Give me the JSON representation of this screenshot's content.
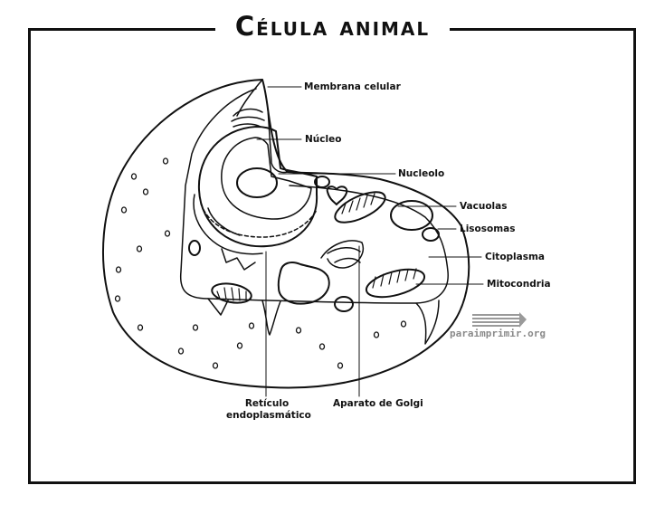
{
  "title": "Célula animal",
  "labels": {
    "membrana": "Membrana celular",
    "nucleo": "Núcleo",
    "nucleolo": "Nucleolo",
    "vacuolas": "Vacuolas",
    "lisosomas": "Lisosomas",
    "citoplasma": "Citoplasma",
    "mitocondria": "Mitocondria",
    "reticulo_1": "Retículo",
    "reticulo_2": "endoplasmático",
    "golgi": "Aparato de Golgi"
  },
  "watermark": "paraimprimir.org"
}
